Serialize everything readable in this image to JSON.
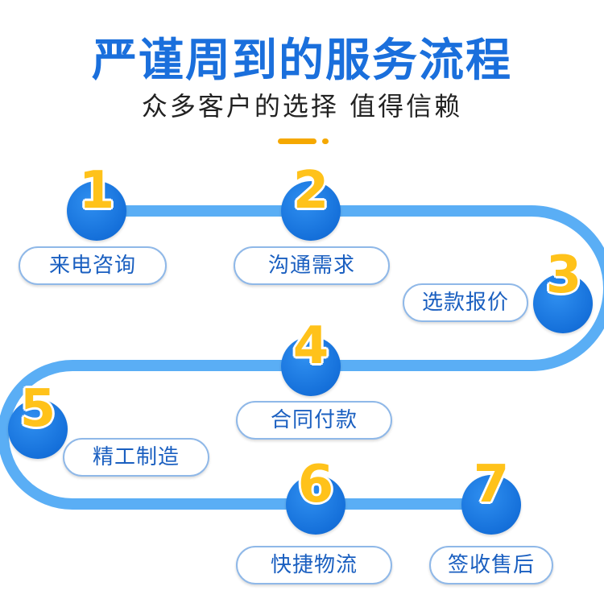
{
  "header": {
    "title": "严谨周到的服务流程",
    "subtitle": "众多客户的选择 值得信赖"
  },
  "colors": {
    "accent": "#1a6fdc",
    "track": "#5aaef5",
    "number": "#ffc21a",
    "divider": "#f5a800"
  },
  "steps": [
    {
      "number": "1",
      "label": "来电咨询"
    },
    {
      "number": "2",
      "label": "沟通需求"
    },
    {
      "number": "3",
      "label": "选款报价"
    },
    {
      "number": "4",
      "label": "合同付款"
    },
    {
      "number": "5",
      "label": "精工制造"
    },
    {
      "number": "6",
      "label": "快捷物流"
    },
    {
      "number": "7",
      "label": "签收售后"
    }
  ]
}
